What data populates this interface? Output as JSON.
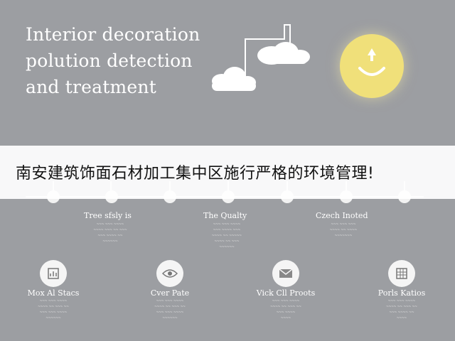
{
  "header": {
    "title_lines": [
      "Interior decoration",
      "polution detection",
      "and treatment"
    ]
  },
  "banner": {
    "text": "南安建筑饰面石材加工集中区施行严格的环境管理!"
  },
  "timeline": {
    "steps": [
      {
        "title": "",
        "desc": ""
      },
      {
        "title": "Tree sfsly is",
        "desc": "~~~ ~~~ ~~~~\n~~~~ ~~~ ~~ ~~~\n~~~ ~~~~ ~~\n~~~~~~"
      },
      {
        "title": "The Qualty",
        "desc": "~~~ ~~~ ~~~~\n~~~ ~~~~ ~~~\n~~~~ ~~ ~~~~~\n~~~~ ~~ ~~~\n~~~~~~"
      },
      {
        "title": "Czech Inoted",
        "desc": "~~~ ~~~ ~~~\n~~~~ ~~ ~~~~\n~~~~~~~"
      }
    ]
  },
  "features": [
    {
      "icon": "chart-box-icon",
      "label": "Mox Al Stacs",
      "desc": "~~~ ~~~ ~~~~\n~~~~ ~~ ~~~ ~~\n~~~ ~~~ ~~~~\n~~~~~~"
    },
    {
      "icon": "eye-icon",
      "label": "Cver Pate",
      "desc": "~~~ ~~~ ~~~~\n~~~~ ~~ ~~~ ~~\n~~~ ~~~ ~~~~\n~~~~~~"
    },
    {
      "icon": "envelope-icon",
      "label": "Vick Cll Proots",
      "desc": "~~~ ~~~ ~~~~\n~~~~ ~~ ~~~ ~~\n~~~ ~~~~\n~~~~"
    },
    {
      "icon": "grid-icon",
      "label": "Porls Katios",
      "desc": "~~~ ~~~ ~~~~\n~~~~ ~~ ~~~ ~~\n~~~ ~~~~ ~~\n~~~~"
    }
  ],
  "colors": {
    "background": "#9c9ea2",
    "sun": "#f0e07a",
    "banner": "#ffffff"
  }
}
